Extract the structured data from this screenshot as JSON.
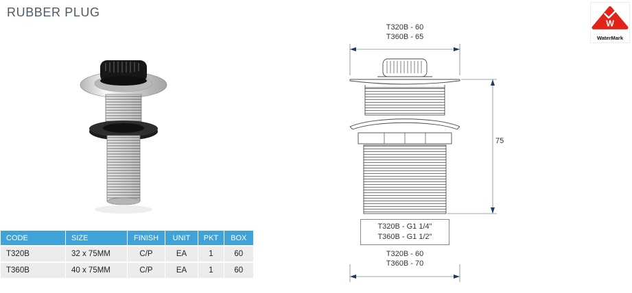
{
  "page": {
    "title": "RUBBER PLUG"
  },
  "logo": {
    "label": "WaterMark"
  },
  "table": {
    "headers": [
      "CODE",
      "SIZE",
      "FINISH",
      "UNIT",
      "PKT",
      "BOX"
    ],
    "rows": [
      [
        "T320B",
        "32 x 75MM",
        "C/P",
        "EA",
        "1",
        "60"
      ],
      [
        "T360B",
        "40 x 75MM",
        "C/P",
        "EA",
        "1",
        "60"
      ]
    ]
  },
  "diagram": {
    "top_dimension": {
      "line1": "T320B - 60",
      "line2": "T360B - 65"
    },
    "height_dimension": "75",
    "thread_box": {
      "line1": "T320B - G1 1/4\"",
      "line2": "T360B - G1 1/2\""
    },
    "bottom_dimension": {
      "line1": "T320B - 60",
      "line2": "T360B - 70"
    }
  },
  "colors": {
    "table_header_bg": "#3fa3da",
    "logo_red": "#e2231a",
    "drawing_line": "#4a4a4a",
    "dimension_arrow": "#1f3a5f"
  }
}
